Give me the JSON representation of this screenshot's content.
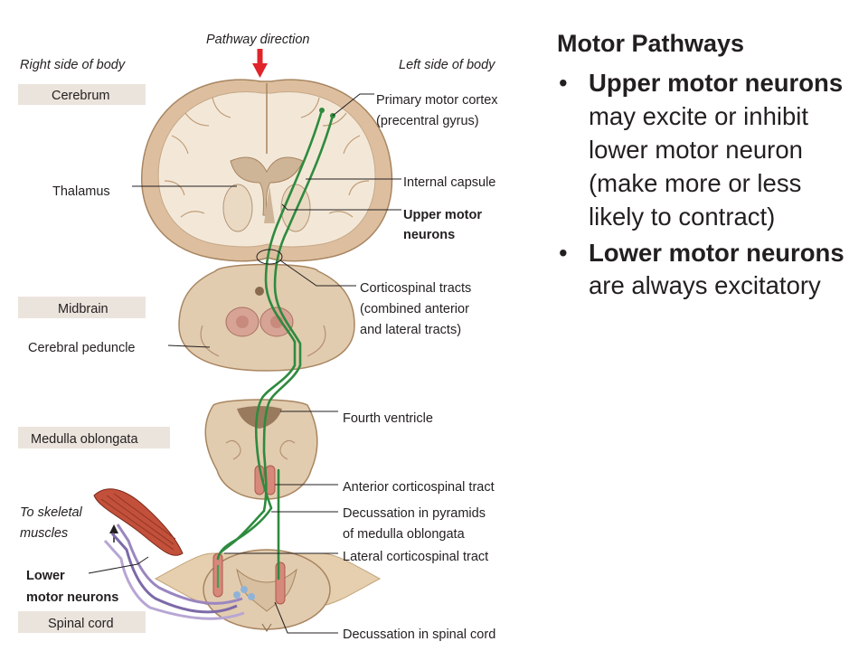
{
  "diagram": {
    "pathway_direction": "Pathway direction",
    "right_side": "Right side of body",
    "left_side": "Left side of body",
    "regions": {
      "cerebrum": "Cerebrum",
      "midbrain": "Midbrain",
      "medulla": "Medulla oblongata",
      "spinal_cord": "Spinal cord"
    },
    "labels": {
      "primary_motor_cortex_1": "Primary motor cortex",
      "primary_motor_cortex_2": "(precentral gyrus)",
      "internal_capsule": "Internal capsule",
      "upper_motor_1": "Upper motor",
      "upper_motor_2": "neurons",
      "thalamus": "Thalamus",
      "corticospinal_1": "Corticospinal tracts",
      "corticospinal_2": "(combined anterior",
      "corticospinal_3": "and lateral tracts)",
      "cerebral_peduncle": "Cerebral peduncle",
      "fourth_ventricle": "Fourth ventricle",
      "anterior_cst": "Anterior corticospinal tract",
      "decussation_pyr_1": "Decussation in pyramids",
      "decussation_pyr_2": "of medulla oblongata",
      "lateral_cst": "Lateral corticospinal tract",
      "to_skeletal_1": "To skeletal",
      "to_skeletal_2": "muscles",
      "lower_motor_1": "Lower",
      "lower_motor_2": "motor neurons",
      "decussation_sc": "Decussation in spinal cord"
    }
  },
  "slide": {
    "title": "Motor Pathways",
    "bullet1": {
      "bold": "Upper motor neurons",
      "rest": " may excite or inhibit lower motor neuron (make more or less likely to contract)"
    },
    "bullet2": {
      "bold": "Lower motor neurons",
      "rest": " are always excitatory"
    },
    "bullet_symbol": "•"
  },
  "colors": {
    "tract": "#2e8b3e",
    "arrow": "#e0242a",
    "tissue": "#e6d2b4",
    "lower_motor": "#9a86c0",
    "muscle": "#c2503a"
  }
}
